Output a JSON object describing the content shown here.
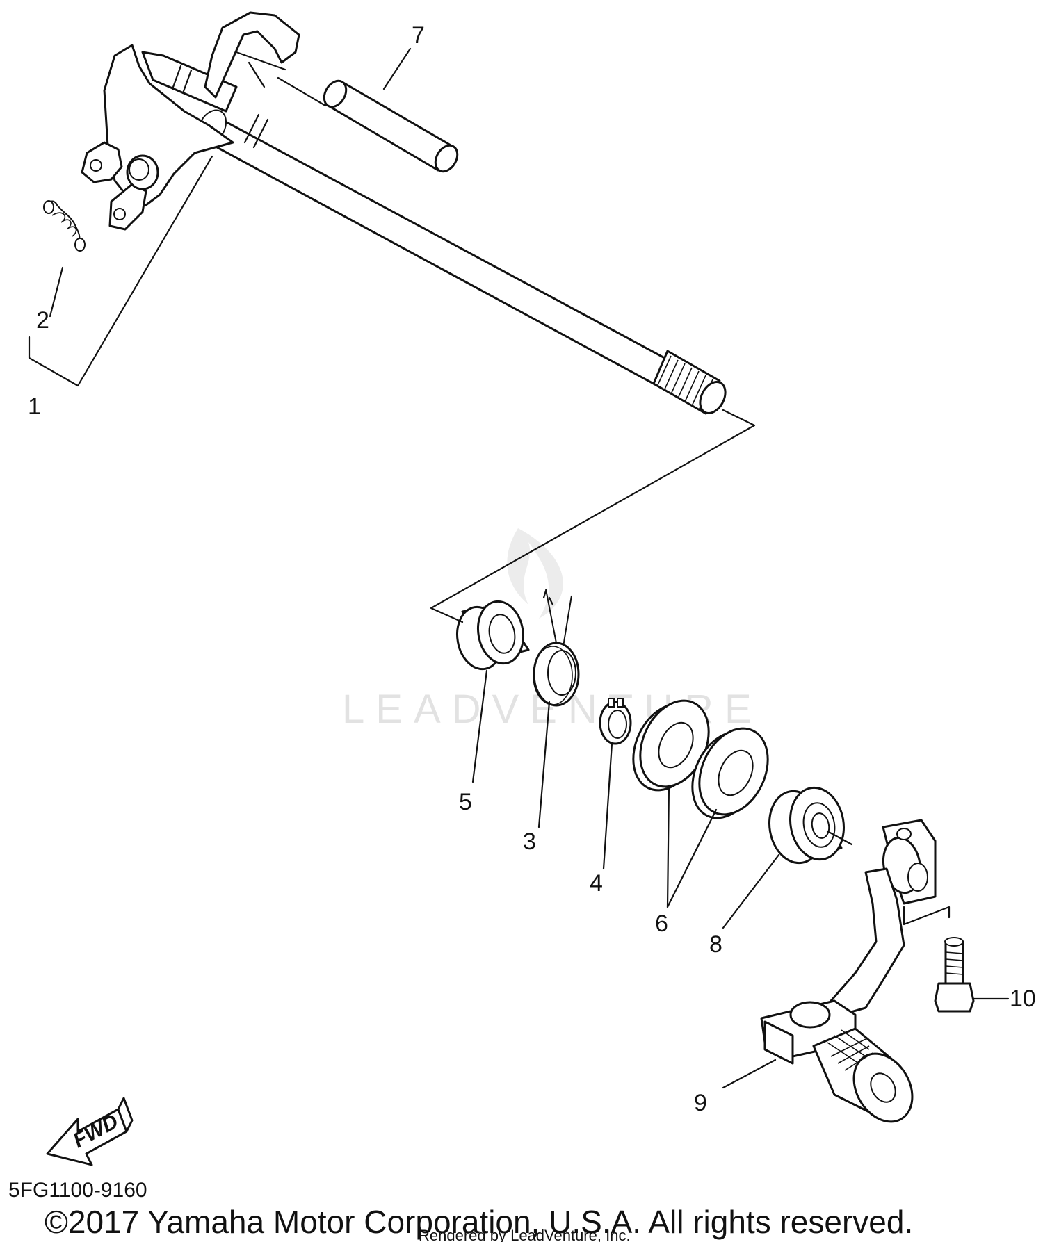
{
  "diagram": {
    "callouts": [
      "1",
      "2",
      "3",
      "4",
      "5",
      "6",
      "7",
      "8",
      "9",
      "10"
    ],
    "part_code": "5FG1100-9160",
    "direction_label": "FWD",
    "copyright": "©2017 Yamaha Motor Corporation, U.S.A. All rights reserved.",
    "rendered_by": "Rendered by LeadVenture, Inc.",
    "watermark_text": "LEADVENTURE"
  }
}
